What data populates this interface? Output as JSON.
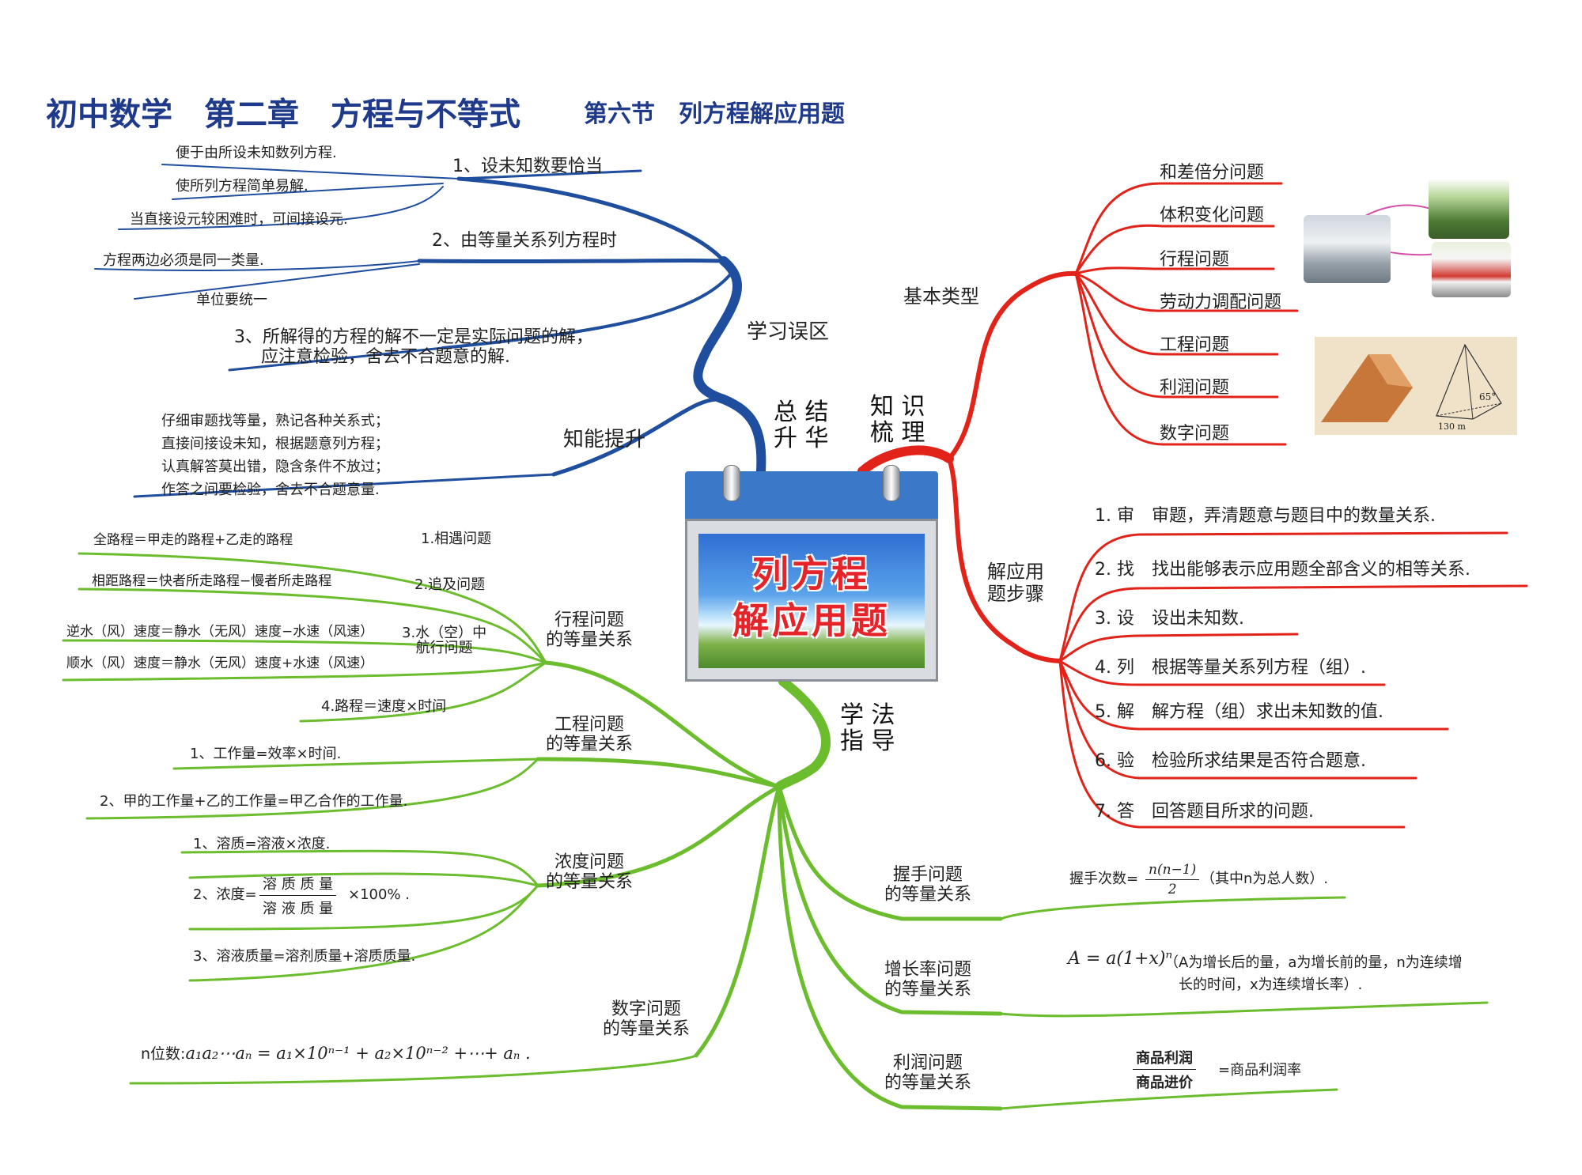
{
  "title": {
    "main": "初中数学　第二章　方程与不等式",
    "section": "第六节　列方程解应用题"
  },
  "center": {
    "text_line1": "列方程",
    "text_line2": "解应用题"
  },
  "hubs": {
    "summary": [
      "总 结",
      "升 华"
    ],
    "knowledge": [
      "知 识",
      "梳 理"
    ],
    "method": [
      "学 法",
      "指 导"
    ]
  },
  "colors": {
    "blue": "#1f4e9e",
    "red": "#e2231a",
    "green": "#6cbd2e",
    "title": "#1f3a8a"
  },
  "mistakes": {
    "label": "学习误区",
    "items": [
      {
        "label": "1、设未知数要恰当",
        "subs": [
          "便于由所设未知数列方程.",
          "使所列方程简单易解.",
          "当直接设元较困难时，可间接设元."
        ]
      },
      {
        "label": "2、由等量关系列方程时",
        "subs": [
          "方程两边必须是同一类量.",
          "单位要统一"
        ]
      },
      {
        "label": "3、所解得的方程的解不一定是实际问题的解，",
        "label2": "应注意检验，舍去不合题意的解.",
        "subs": []
      }
    ]
  },
  "improve": {
    "label": "知能提升",
    "lines": [
      "仔细审题找等量，熟记各种关系式；",
      "直接间接设未知，根据题意列方程；",
      "认真解答莫出错，隐含条件不放过；",
      "作答之间要检验，舍去不合题意量."
    ]
  },
  "basic_types": {
    "label": "基本类型",
    "items": [
      "和差倍分问题",
      "体积变化问题",
      "行程问题",
      "劳动力调配问题",
      "工程问题",
      "利润问题",
      "数字问题"
    ],
    "pyramid_angle": "65°",
    "pyramid_base": "130 m"
  },
  "steps": {
    "label": [
      "解应用",
      "题步骤"
    ],
    "items": [
      "1. 审　审题，弄清题意与题目中的数量关系.",
      "2. 找　找出能够表示应用题全部含义的相等关系.",
      "3. 设　设出未知数.",
      "4. 列　根据等量关系列方程（组）.",
      "5. 解　解方程（组）求出未知数的值.",
      "6. 验　检验所求结果是否符合题意.",
      "7. 答　回答题目所求的问题."
    ]
  },
  "travel": {
    "label": [
      "行程问题",
      "的等量关系"
    ],
    "items": [
      {
        "label": "1.相遇问题",
        "subs": [
          "全路程＝甲走的路程+乙走的路程"
        ]
      },
      {
        "label": "2.追及问题",
        "subs": [
          "相距路程＝快者所走路程−慢者所走路程"
        ]
      },
      {
        "label": [
          "3.水（空）中",
          "航行问题"
        ],
        "subs": [
          "逆水（风）速度＝静水（无风）速度−水速（风速）",
          "顺水（风）速度＝静水（无风）速度+水速（风速）"
        ]
      },
      {
        "label": "4.路程＝速度×时间",
        "subs": []
      }
    ]
  },
  "engineering": {
    "label": [
      "工程问题",
      "的等量关系"
    ],
    "items": [
      "1、工作量=效率×时间.",
      "2、甲的工作量+乙的工作量=甲乙合作的工作量."
    ]
  },
  "concentration": {
    "label": [
      "浓度问题",
      "的等量关系"
    ],
    "item1": "1、溶质=溶液×浓度.",
    "item2_prefix": "2、浓度=",
    "item2_num": "溶 质 质 量",
    "item2_den": "溶 液 质 量",
    "item2_suffix": "×100% .",
    "item3": "3、溶液质量=溶剂质量+溶质质量."
  },
  "digits": {
    "label": [
      "数字问题",
      "的等量关系"
    ],
    "formula_prefix": "n位数:",
    "formula": "a₁a₂⋯aₙ = a₁×10ⁿ⁻¹ + a₂×10ⁿ⁻² +⋯+ aₙ ."
  },
  "handshake": {
    "label": [
      "握手问题",
      "的等量关系"
    ],
    "prefix": "握手次数=",
    "num": "n(n−1)",
    "den": "2",
    "suffix": "（其中n为总人数）."
  },
  "growth": {
    "label": [
      "增长率问题",
      "的等量关系"
    ],
    "formula": "A = a(1+x)ⁿ",
    "line1": "（A为增长后的量，a为增长前的量，n为连续增",
    "line2": "长的时间，x为连续增长率）."
  },
  "profit": {
    "label": [
      "利润问题",
      "的等量关系"
    ],
    "num": "商品利润",
    "den": "商品进价",
    "suffix": "=商品利润率"
  }
}
